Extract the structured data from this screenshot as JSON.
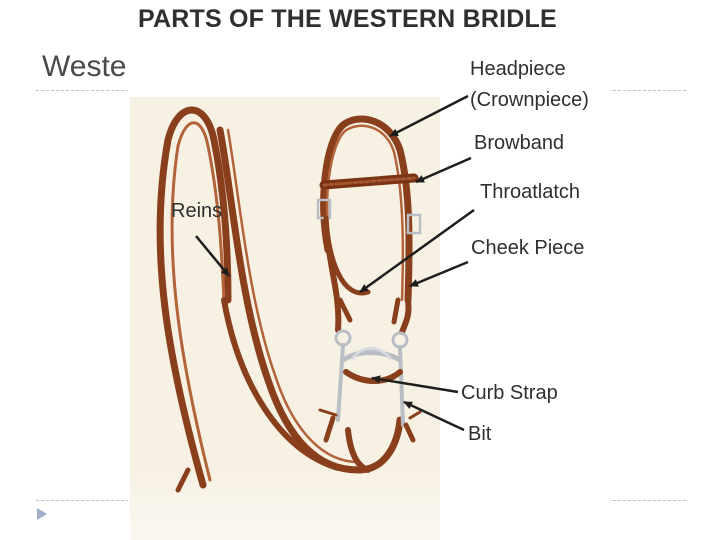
{
  "slide": {
    "title": "Western Bridle"
  },
  "figure": {
    "title": "PARTS OF THE WESTERN BRIDLE",
    "labels": {
      "headpiece": "Headpiece",
      "crownpiece": "(Crownpiece)",
      "browband": "Browband",
      "throatlatch": "Throatlatch",
      "cheek_piece": "Cheek Piece",
      "reins": "Reins",
      "curb_strap": "Curb Strap",
      "bit": "Bit"
    }
  },
  "colors": {
    "leather": "#8a3f1c",
    "leather_light": "#b2633a",
    "metal": "#b9bec4",
    "arrow": "#1e1e1e"
  },
  "icons": {
    "bullet": "triangle-bullet-icon"
  }
}
